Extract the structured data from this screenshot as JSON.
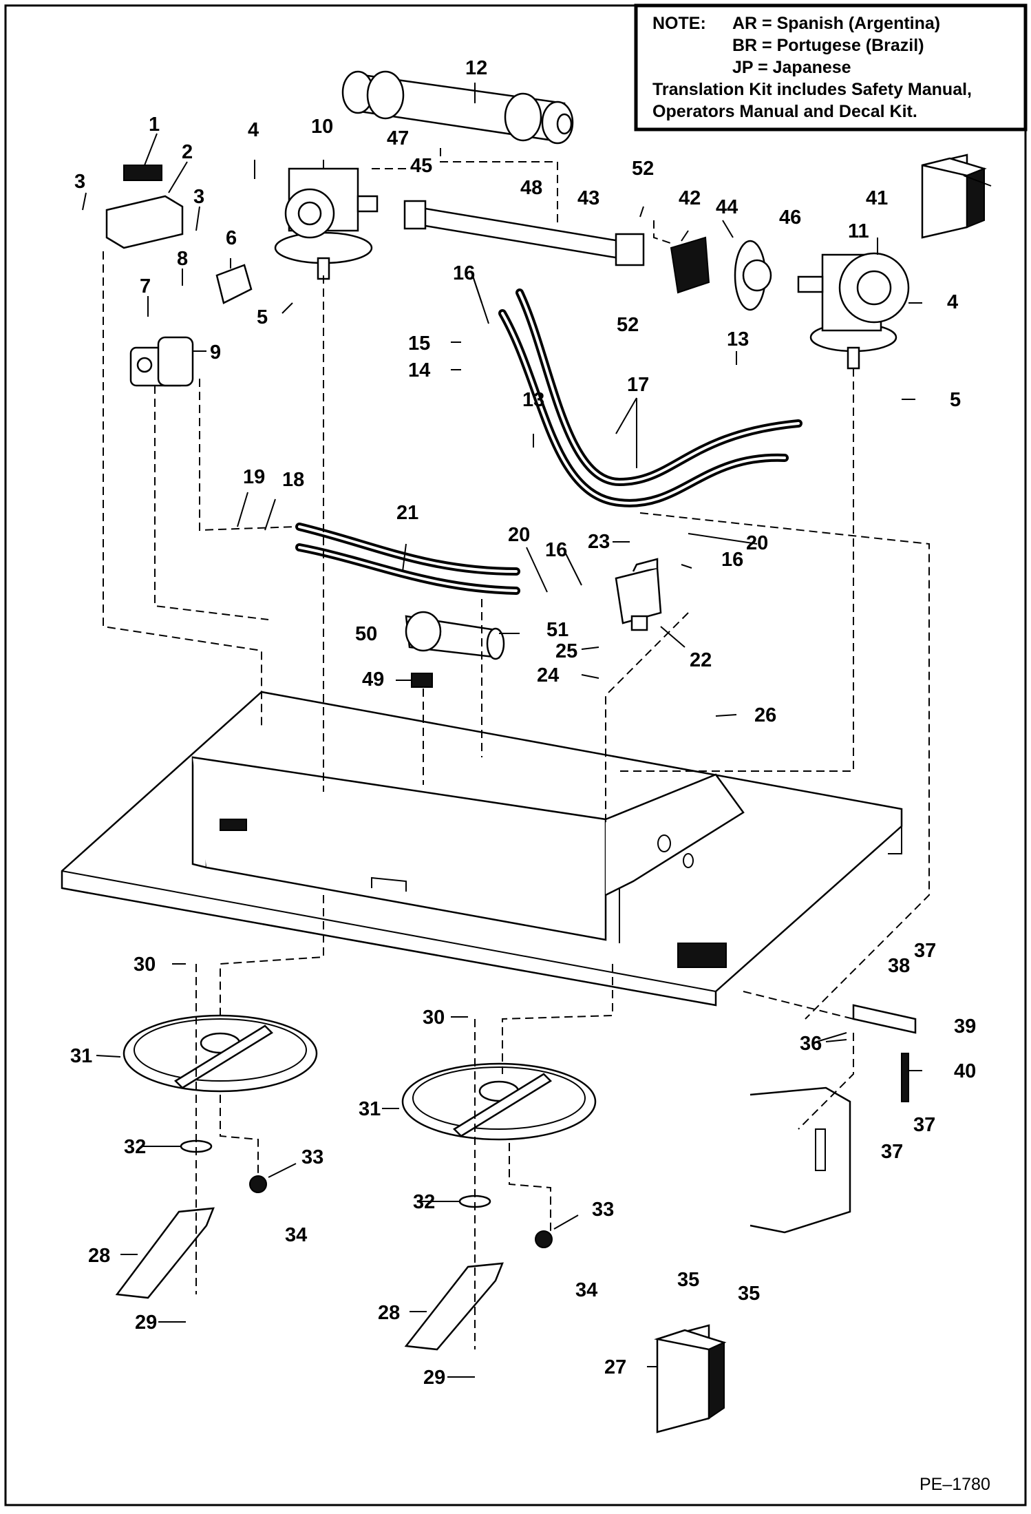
{
  "note": {
    "heading": "NOTE:",
    "lines": [
      "AR = Spanish (Argentina)",
      "BR = Portugese (Brazil)",
      "JP = Japanese",
      "Translation Kit includes Safety Manual,",
      "Operators Manual and Decal Kit."
    ]
  },
  "drawing_code": "PE–1780",
  "callouts": [
    "1",
    "2",
    "3",
    "3",
    "4",
    "4",
    "5",
    "5",
    "6",
    "7",
    "8",
    "9",
    "10",
    "11",
    "12",
    "13",
    "13",
    "14",
    "15",
    "16",
    "16",
    "16",
    "17",
    "18",
    "19",
    "20",
    "20",
    "21",
    "22",
    "23",
    "24",
    "25",
    "26",
    "27",
    "28",
    "28",
    "29",
    "29",
    "30",
    "30",
    "31",
    "31",
    "32",
    "32",
    "33",
    "33",
    "34",
    "34",
    "35",
    "35",
    "36",
    "37",
    "37",
    "37",
    "38",
    "39",
    "40",
    "41",
    "42",
    "43",
    "44",
    "45",
    "46",
    "47",
    "48",
    "49",
    "50",
    "51",
    "52",
    "52"
  ]
}
